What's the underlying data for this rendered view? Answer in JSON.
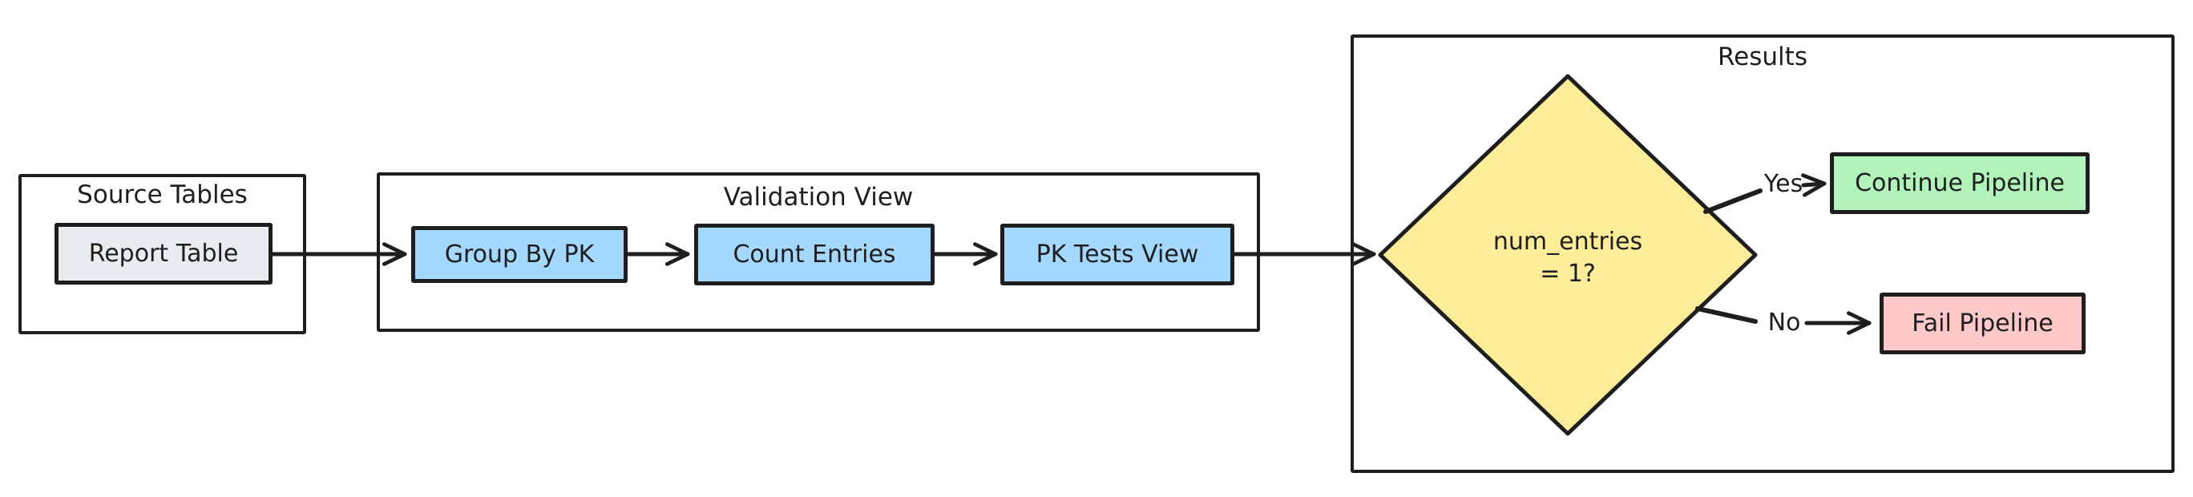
{
  "canvas": {
    "background": "#ffffff",
    "stroke_color": "#1e1e1e"
  },
  "groups": {
    "source_tables": {
      "title": "Source Tables"
    },
    "validation_view": {
      "title": "Validation View"
    },
    "results": {
      "title": "Results"
    }
  },
  "nodes": {
    "report_table": {
      "label": "Report Table",
      "fill": "#e9ecef"
    },
    "group_by_pk": {
      "label": "Group By PK",
      "fill": "#a5d8ff"
    },
    "count_entries": {
      "label": "Count Entries",
      "fill": "#a5d8ff"
    },
    "pk_tests_view": {
      "label": "PK Tests View",
      "fill": "#a5d8ff"
    },
    "decision": {
      "label_line1": "num_entries",
      "label_line2": "= 1?",
      "fill": "#ffec99"
    },
    "continue_pipeline": {
      "label": "Continue Pipeline",
      "fill": "#b2f2bb"
    },
    "fail_pipeline": {
      "label": "Fail Pipeline",
      "fill": "#ffc9c9"
    }
  },
  "edges": {
    "yes_label": "Yes",
    "no_label": "No"
  }
}
